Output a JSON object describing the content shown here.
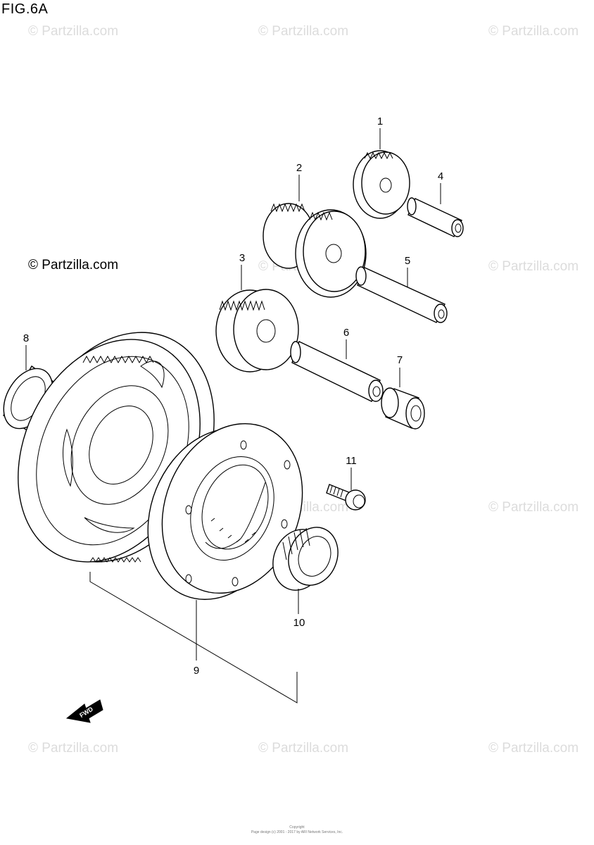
{
  "figure": {
    "title": "FIG.6A"
  },
  "branding": {
    "copyright_text": "© Partzilla.com",
    "watermark_text": "© Partzilla.com"
  },
  "callouts": [
    "1",
    "2",
    "3",
    "4",
    "5",
    "6",
    "7",
    "8",
    "9",
    "10",
    "11"
  ],
  "arrow": {
    "label": "FWD"
  },
  "footer": {
    "line1": "Copyright",
    "line2": "Page design (c) 2001 - 2017 by ARI Network Services, Inc."
  },
  "colors": {
    "line": "#000000",
    "watermark": "#dcdcdc",
    "background": "#ffffff"
  },
  "icons": {
    "arrow": "fwd-arrow-icon"
  }
}
